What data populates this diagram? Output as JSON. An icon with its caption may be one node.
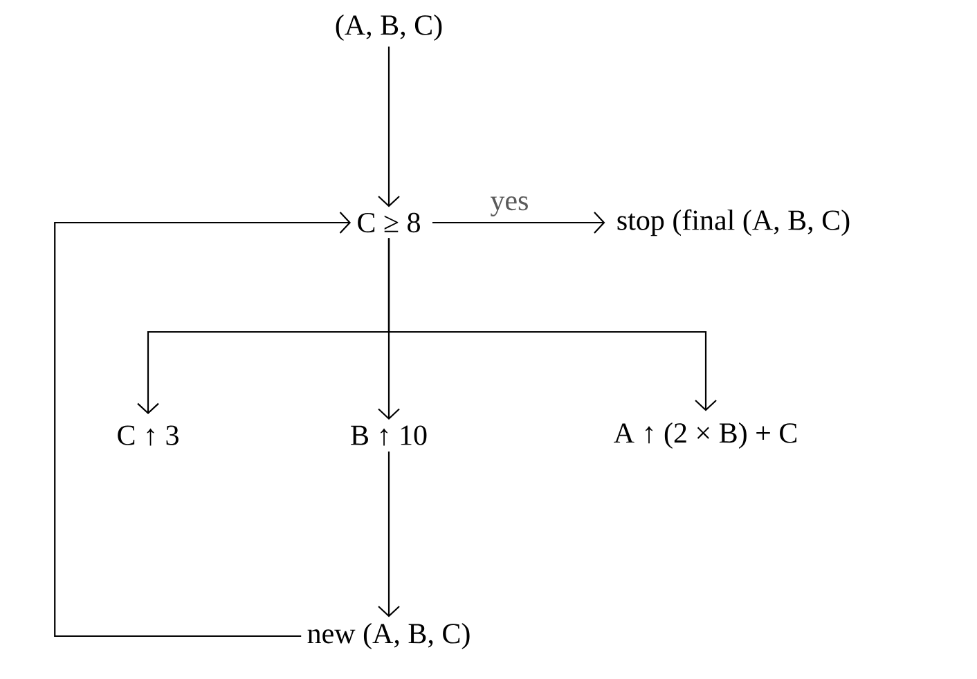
{
  "diagram": {
    "nodes": [
      {
        "text": [
          "(A, B, C)"
        ]
      },
      {
        "text": [
          "C ≥ 8"
        ]
      },
      {
        "text": [
          "stop  (final (A, B, C)"
        ]
      },
      {
        "text": [
          "C ↑ 3"
        ]
      },
      {
        "text": [
          "B ↑ 10"
        ]
      },
      {
        "text": [
          "A ↑ (2 × B) + C"
        ]
      },
      {
        "text": [
          "new (A, B, C)"
        ]
      }
    ],
    "edges": [
      {
        "from": 0,
        "to": 1,
        "arrow": "to"
      },
      {
        "from": 1,
        "to": 2,
        "arrow": "to",
        "label": "yes"
      },
      {
        "from": 1,
        "to": 3,
        "arrow": "to"
      },
      {
        "from": 1,
        "to": 4,
        "arrow": "to"
      },
      {
        "from": 1,
        "to": 5,
        "arrow": "to"
      },
      {
        "from": 4,
        "to": 6,
        "arrow": "to"
      },
      {
        "from": 6,
        "to": 1,
        "arrow": "to"
      }
    ]
  }
}
